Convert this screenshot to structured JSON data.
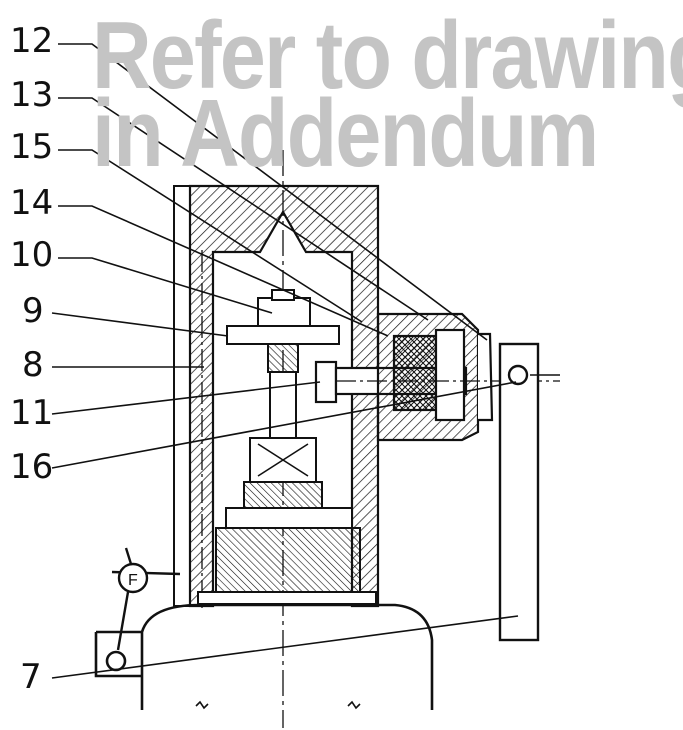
{
  "watermark": {
    "line1": "Refer to drawing",
    "line2": "in Addendum",
    "color": "#c4c4c4"
  },
  "callouts": [
    {
      "id": "12",
      "label": "12"
    },
    {
      "id": "13",
      "label": "13"
    },
    {
      "id": "15",
      "label": "15"
    },
    {
      "id": "14",
      "label": "14"
    },
    {
      "id": "10",
      "label": "10"
    },
    {
      "id": "9",
      "label": "9"
    },
    {
      "id": "8",
      "label": "8"
    },
    {
      "id": "11",
      "label": "11"
    },
    {
      "id": "16",
      "label": "16"
    },
    {
      "id": "7",
      "label": "7"
    }
  ],
  "gauge_symbol": "F",
  "line_color": "#111111"
}
